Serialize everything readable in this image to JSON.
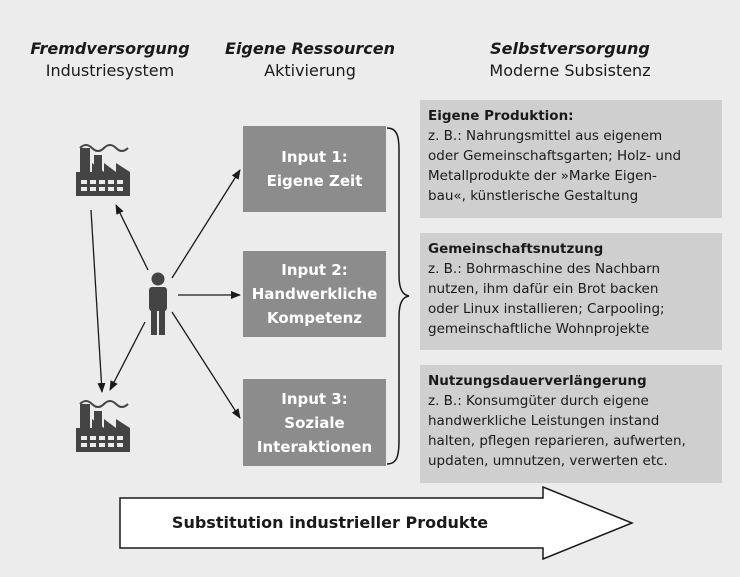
{
  "columns": {
    "left": {
      "title": "Fremdversorgung",
      "subtitle": "Industriesystem"
    },
    "middle": {
      "title": "Eigene Ressourcen",
      "subtitle": "Aktivierung"
    },
    "right": {
      "title": "Selbstversorgung",
      "subtitle": "Moderne Subsistenz"
    }
  },
  "inputs": [
    {
      "line1": "Input 1:",
      "line2": "Eigene Zeit",
      "line3": ""
    },
    {
      "line1": "Input 2:",
      "line2": "Handwerkliche",
      "line3": "Kompetenz"
    },
    {
      "line1": "Input 3:",
      "line2": "Soziale",
      "line3": "Interaktionen"
    }
  ],
  "outcomes": [
    {
      "title": "Eigene Produktion:",
      "lines": [
        "z. B.: Nahrungsmittel aus eigenem",
        "oder Gemeinschaftsgarten; Holz- und",
        "Metallprodukte der »Marke Eigen-",
        "bau«, künstlerische Gestaltung"
      ]
    },
    {
      "title": "Gemeinschaftsnutzung",
      "lines": [
        "z. B.: Bohrmaschine des Nachbarn",
        "nutzen, ihm dafür ein Brot backen",
        "oder Linux installieren; Carpooling;",
        "gemeinschaftliche Wohnprojekte"
      ]
    },
    {
      "title": "Nutzungsdauerverlängerung",
      "lines": [
        "z. B.: Konsumgüter durch eigene",
        "handwerkliche Leistungen instand",
        "halten, pflegen reparieren, aufwerten,",
        "updaten, umnutzen, verwerten etc."
      ]
    }
  ],
  "bottom_arrow": {
    "label": "Substitution industrieller Produkte"
  },
  "icons": {
    "factory": "factory-icon",
    "person": "person-icon"
  },
  "colors": {
    "background": "#ececec",
    "input_box": "#8c8c8c",
    "info_box": "#cfcfcf",
    "icon": "#444444"
  }
}
